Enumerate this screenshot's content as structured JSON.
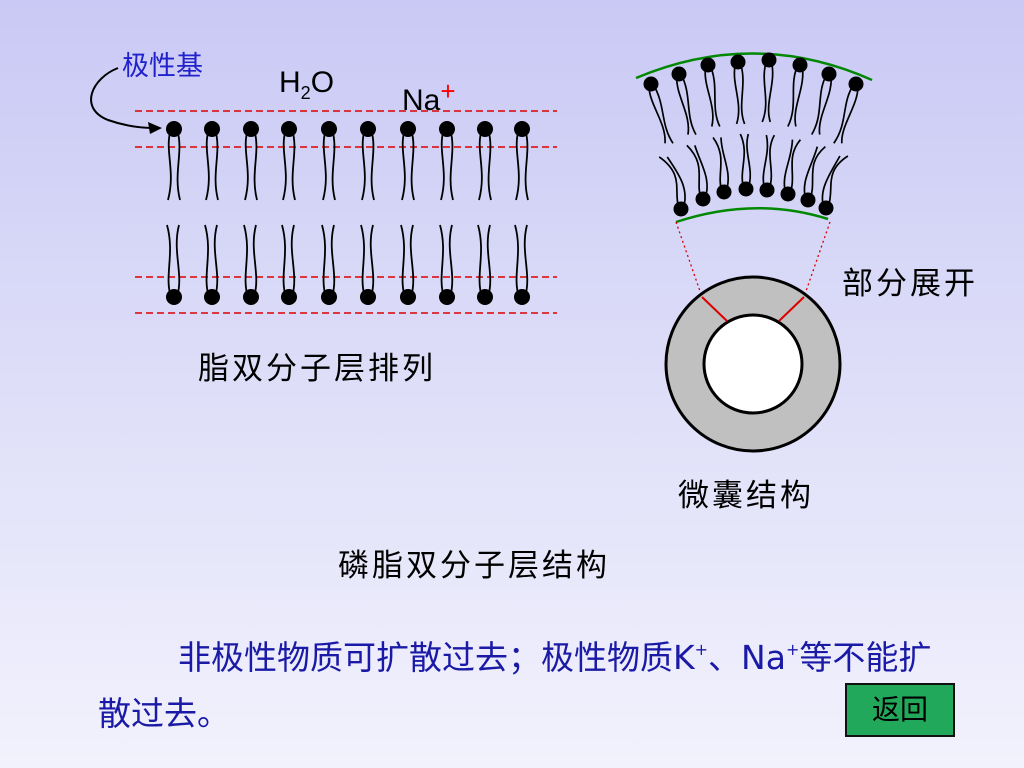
{
  "labels": {
    "polar_head": "极性基",
    "water_main": "H",
    "water_sub": "2",
    "water_tail": "O",
    "sodium": "Na",
    "sodium_charge": "+",
    "bilayer_caption": "脂双分子层排列",
    "unfold_caption": "部分展开",
    "micelle_caption": "微囊结构",
    "title": "磷脂双分子层结构"
  },
  "paragraph": {
    "part1": "非极性物质可扩散过去；极性物质K",
    "k_charge": "+",
    "part2": "、Na",
    "na_charge": "+",
    "part3": "等不能扩散过去。"
  },
  "back_button": {
    "label": "返回"
  },
  "colors": {
    "membrane_boundary": "#dd0000",
    "arc": "#008800",
    "ring": "#c0c0c0",
    "button": "#22a85a",
    "paragraph_text": "#1a1aa6",
    "polar_label": "#2222cc"
  }
}
